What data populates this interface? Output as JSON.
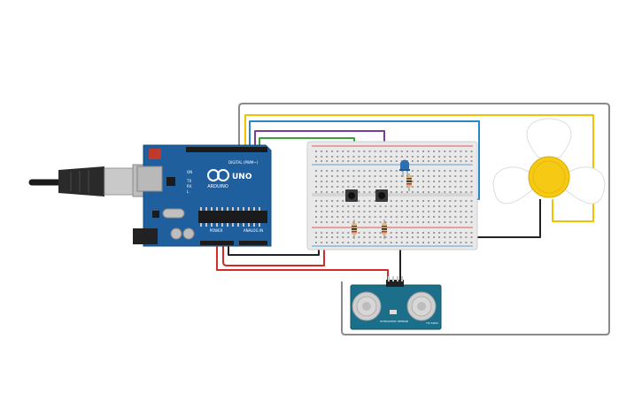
{
  "arduino": {
    "brand": "ARDUINO",
    "model": "UNO",
    "digital_label": "DIGITAL (PWM~)",
    "analog_label": "ANALOG IN",
    "power_label": "POWER",
    "on_label": "ON",
    "tx_label": "TX",
    "rx_label": "RX",
    "l_label": "L",
    "board_color": "#1f5f9e"
  },
  "sensor": {
    "model_label": "HC-SR04",
    "front_label": "ULTRASONIC SENSOR",
    "pcb_color": "#1c6f8a"
  },
  "breadboard": {
    "color": "#e9e9e9"
  },
  "fan": {
    "hub_color": "#f6c915"
  },
  "wire_colors": {
    "gray": "#8a8a8a",
    "yellow": "#f2c200",
    "blue": "#2b86c5",
    "purple": "#7a3d9c",
    "green": "#3aa13a",
    "red": "#d42a2a",
    "black": "#222222"
  }
}
